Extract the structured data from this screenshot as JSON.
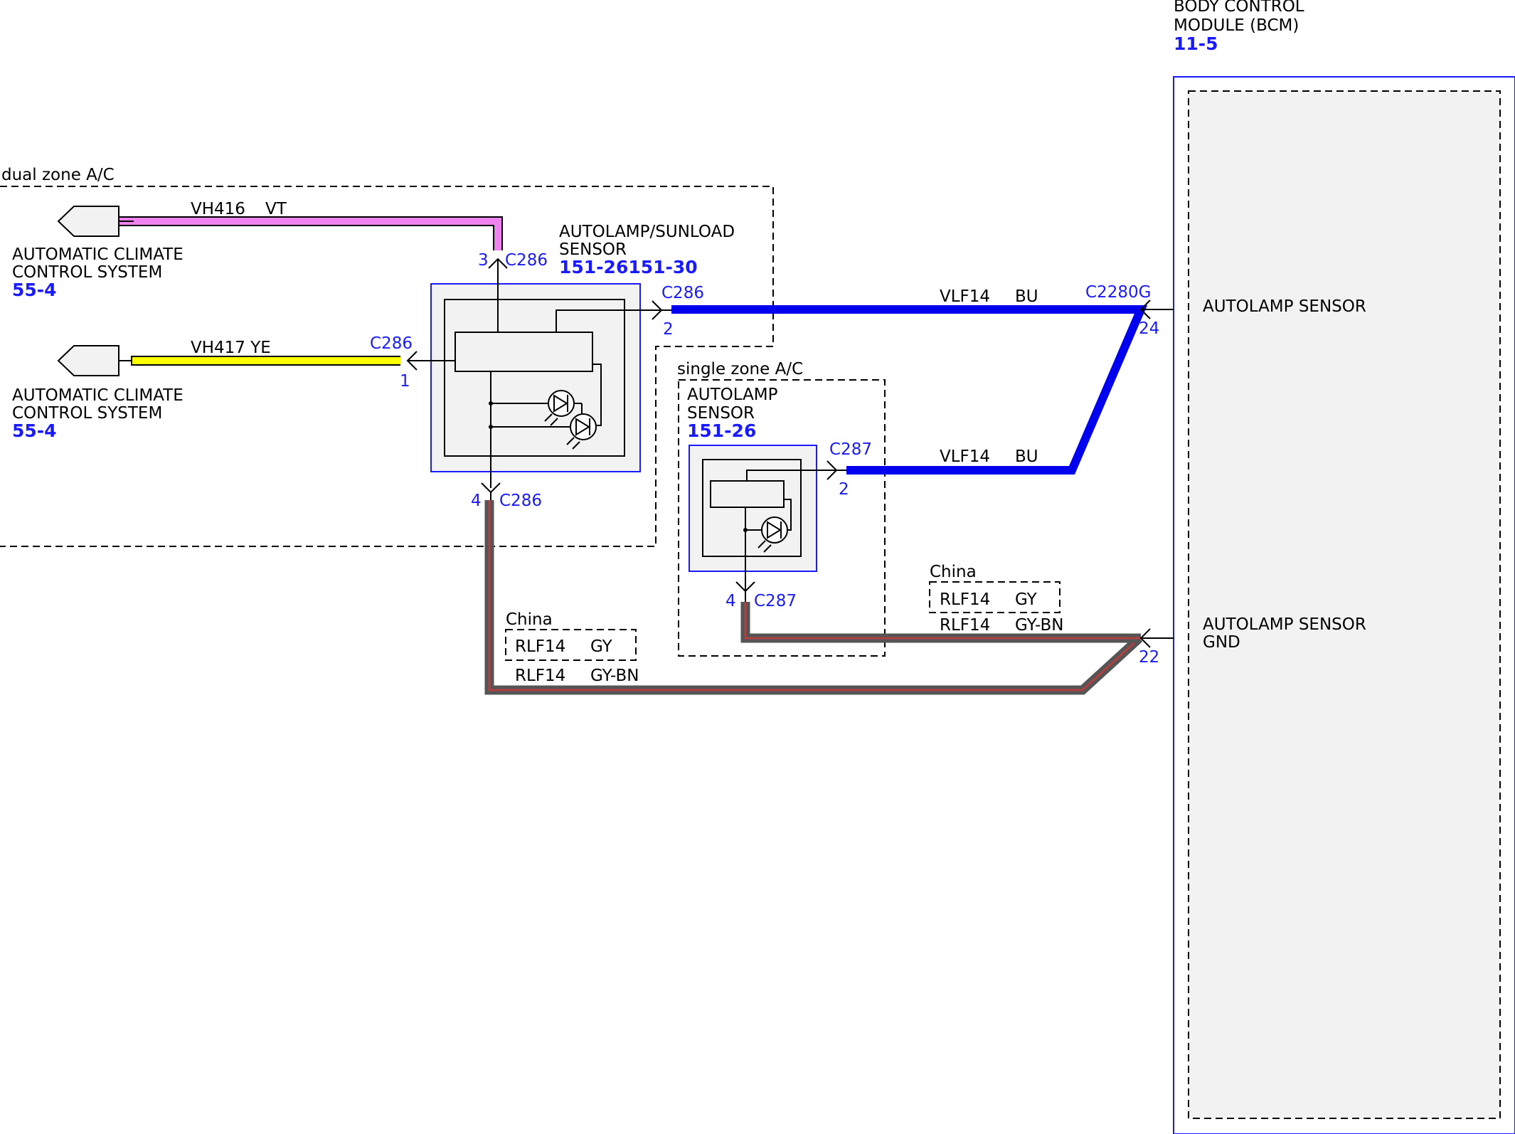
{
  "bcm": {
    "title_line1": "BODY CONTROL",
    "title_line2": "MODULE (BCM)",
    "ref": "11-5",
    "pin_autolamp_sensor": "AUTOLAMP SENSOR",
    "pin_gnd_line1": "AUTOLAMP SENSOR",
    "pin_gnd_line2": "GND",
    "connector": "C2280G",
    "pin_num_24": "24",
    "pin_num_22": "22"
  },
  "dual_zone": {
    "label": "dual zone A/C",
    "sensor_line1": "AUTOLAMP/SUNLOAD",
    "sensor_line2": "SENSOR",
    "sensor_ref": "151-26151-30",
    "connector": "C286",
    "pin_3": "3",
    "pin_2": "2",
    "pin_1": "1",
    "pin_4": "4"
  },
  "single_zone": {
    "label": "single zone A/C",
    "sensor_line1": "AUTOLAMP",
    "sensor_line2": "SENSOR",
    "sensor_ref": "151-26",
    "connector": "C287",
    "pin_2": "2",
    "pin_4": "4"
  },
  "climate_1": {
    "line1": "AUTOMATIC CLIMATE",
    "line2": "CONTROL SYSTEM",
    "ref": "55-4"
  },
  "climate_2": {
    "line1": "AUTOMATIC CLIMATE",
    "line2": "CONTROL SYSTEM",
    "ref": "55-4"
  },
  "wires": {
    "vh416_circuit": "VH416",
    "vh416_color": "VT",
    "vh417_label": "VH417 YE",
    "vlf14_top_circuit": "VLF14",
    "vlf14_top_color": "BU",
    "vlf14_bottom_circuit": "VLF14",
    "vlf14_bottom_color": "BU",
    "rlf14_left_circuit": "RLF14",
    "rlf14_left_color": "GY-BN",
    "rlf14_right_circuit": "RLF14",
    "rlf14_right_color": "GY-BN"
  },
  "china_left": {
    "label": "China",
    "circuit": "RLF14",
    "color": "GY"
  },
  "china_right": {
    "label": "China",
    "circuit": "RLF14",
    "color": "GY"
  },
  "colors": {
    "violet": "#ee82ee",
    "yellow": "#ffff00",
    "blue": "#0000ee",
    "gray_brown": "#777777",
    "brown_stripe": "#b04040",
    "connector_blue": "#1a1aff"
  }
}
